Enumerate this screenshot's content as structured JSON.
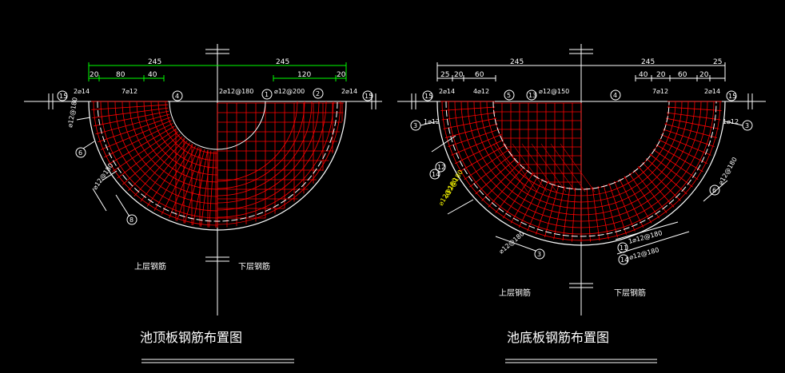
{
  "colors": {
    "background": "#000000",
    "rebar": "#ff0000",
    "outline": "#ffffff",
    "dimension_green": "#00ff00",
    "rebar_text": "#ffff00"
  },
  "left": {
    "title": "池顶板钢筋布置图",
    "upper_label": "上层钢筋",
    "lower_label": "下层钢筋",
    "dims_top": [
      "245",
      "245"
    ],
    "dims_sub": [
      "20",
      "80",
      "40",
      "120",
      "20"
    ],
    "bar_labels": [
      "2⌀14",
      "7⌀12",
      "2⌀12@180",
      "⌀12@200",
      "2⌀14"
    ],
    "side_labels": [
      "⌀12@180",
      "⌀12@180"
    ],
    "markers": [
      "15",
      "4",
      "1",
      "2",
      "15",
      "6",
      "8"
    ]
  },
  "right": {
    "title": "池底板钢筋布置图",
    "upper_label": "上层钢筋",
    "lower_label": "下层钢筋",
    "dims_top": [
      "245",
      "245"
    ],
    "dims_sub_left": [
      "25",
      "20",
      "60"
    ],
    "dims_sub_right": [
      "40",
      "20",
      "60",
      "20",
      "25"
    ],
    "bar_labels": [
      "2⌀14",
      "4⌀12",
      "⌀12@150",
      "7⌀12",
      "2⌀14"
    ],
    "side_labels": [
      "1⌀12",
      "1⌀12",
      "⌀12@180",
      "⌀12@180",
      "⌀12@180",
      "⌀12@180",
      "1⌀12@180",
      "⌀12@180"
    ],
    "markers": [
      "15",
      "5",
      "13",
      "4",
      "15",
      "3",
      "3",
      "12",
      "14",
      "6",
      "3",
      "11",
      "14"
    ]
  }
}
